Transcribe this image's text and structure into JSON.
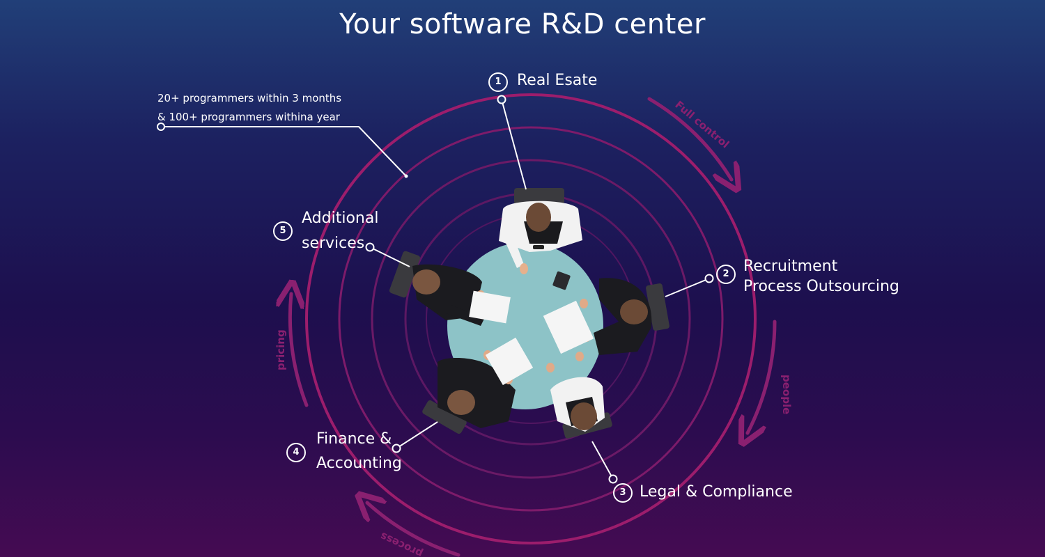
{
  "title": "Your software R&D center",
  "note": {
    "line1": "20+ programmers within 3 months",
    "line2": "& 100+ programmers withina year"
  },
  "services": [
    {
      "number": "1",
      "lines": [
        "Real Esate"
      ]
    },
    {
      "number": "2",
      "lines": [
        "Recruitment",
        "Process Outsourcing"
      ]
    },
    {
      "number": "3",
      "lines": [
        "Legal & Compliance"
      ]
    },
    {
      "number": "4",
      "lines": [
        "Finance &",
        "Accounting"
      ]
    },
    {
      "number": "5",
      "lines": [
        "Additional",
        "services"
      ]
    }
  ],
  "cycle_labels": {
    "full_control": "Full control",
    "people": "people",
    "process": "process",
    "pricing": "pricing"
  },
  "colors": {
    "ring_outer": "#9c1d6c",
    "ring_inner": "#6b1a66",
    "arrow": "#8a2070",
    "table": "#8dc3c7",
    "leader": "#ffffff"
  }
}
